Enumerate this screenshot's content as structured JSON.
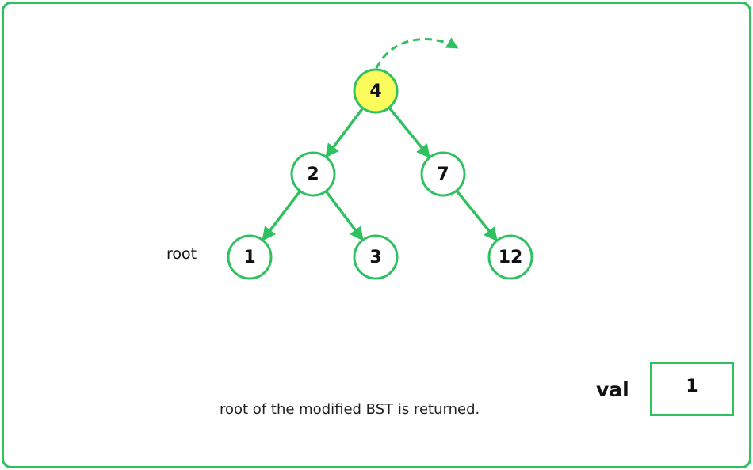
{
  "tree": {
    "nodes": [
      {
        "id": "n4",
        "label": "4",
        "highlighted": true
      },
      {
        "id": "n2",
        "label": "2",
        "highlighted": false
      },
      {
        "id": "n7",
        "label": "7",
        "highlighted": false
      },
      {
        "id": "n1",
        "label": "1",
        "highlighted": false
      },
      {
        "id": "n3",
        "label": "3",
        "highlighted": false
      },
      {
        "id": "n12",
        "label": "12",
        "highlighted": false
      }
    ],
    "edges": [
      {
        "from": "n4",
        "to": "n2"
      },
      {
        "from": "n4",
        "to": "n7"
      },
      {
        "from": "n2",
        "to": "n1"
      },
      {
        "from": "n2",
        "to": "n3"
      },
      {
        "from": "n7",
        "to": "n12"
      }
    ]
  },
  "pointer_label": "root",
  "caption": "root of the modified BST is returned.",
  "val": {
    "label": "val",
    "value": "1"
  },
  "colors": {
    "accent": "#2fc060",
    "highlight_fill": "#fbfb5c",
    "node_fill": "#ffffff",
    "text": "#111111"
  }
}
